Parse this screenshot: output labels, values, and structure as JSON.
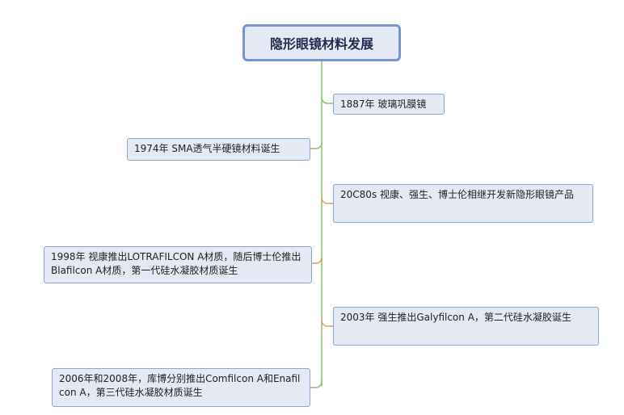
{
  "mindmap": {
    "root": "隐形眼镜材料发展",
    "nodes": [
      {
        "id": "n1",
        "side": "right",
        "text": "1887年 玻璃巩膜镜"
      },
      {
        "id": "n2",
        "side": "left",
        "text": "1974年 SMA透气半硬镜材料诞生"
      },
      {
        "id": "n3",
        "side": "right",
        "text": "20C80s 视康、强生、博士伦相继开发新隐形眼镜产品"
      },
      {
        "id": "n4",
        "side": "left",
        "text": "1998年 视康推出LOTRAFILCON A材质，随后博士伦推出Blafilcon A材质，第一代硅水凝胶材质诞生"
      },
      {
        "id": "n5",
        "side": "right",
        "text": "2003年 强生推出Galyfilcon A，第二代硅水凝胶诞生"
      },
      {
        "id": "n6",
        "side": "left",
        "text": "2006年和2008年，库博分别推出Comfilcon A和Enafilcon A，第三代硅水凝胶材质诞生"
      }
    ]
  },
  "colors": {
    "trunk": "#8fc06a",
    "node_fill": "#e5e9f4",
    "node_border": "#8fa5cf",
    "root_border": "#7895cf"
  }
}
